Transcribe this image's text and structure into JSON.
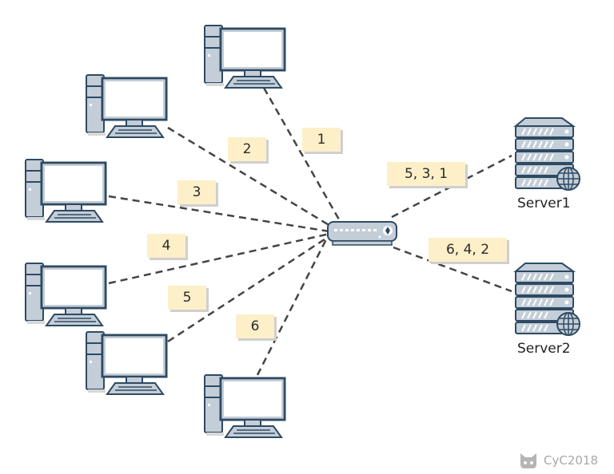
{
  "diagram": {
    "title": "",
    "colors": {
      "device_fill": "#c4ced8",
      "device_stroke": "#2e4a62",
      "screen_fill": "#ffffff",
      "label_bg": "#fdefc8",
      "link_stroke": "#444444"
    },
    "hub": {
      "name": "switch",
      "icon": "network-switch-icon"
    },
    "clients": [
      {
        "id": "client-1",
        "icon": "desktop-computer-icon",
        "link_label": "1"
      },
      {
        "id": "client-2",
        "icon": "desktop-computer-icon",
        "link_label": "2"
      },
      {
        "id": "client-3",
        "icon": "desktop-computer-icon",
        "link_label": "3"
      },
      {
        "id": "client-4",
        "icon": "desktop-computer-icon",
        "link_label": "4"
      },
      {
        "id": "client-5",
        "icon": "desktop-computer-icon",
        "link_label": "5"
      },
      {
        "id": "client-6",
        "icon": "desktop-computer-icon",
        "link_label": "6"
      }
    ],
    "servers": [
      {
        "name": "Server1",
        "icon": "server-globe-icon",
        "link_label": "5, 3, 1"
      },
      {
        "name": "Server2",
        "icon": "server-globe-icon",
        "link_label": "6, 4, 2"
      }
    ]
  },
  "watermark": {
    "icon": "github-cat-icon",
    "text": "CyC2018"
  }
}
